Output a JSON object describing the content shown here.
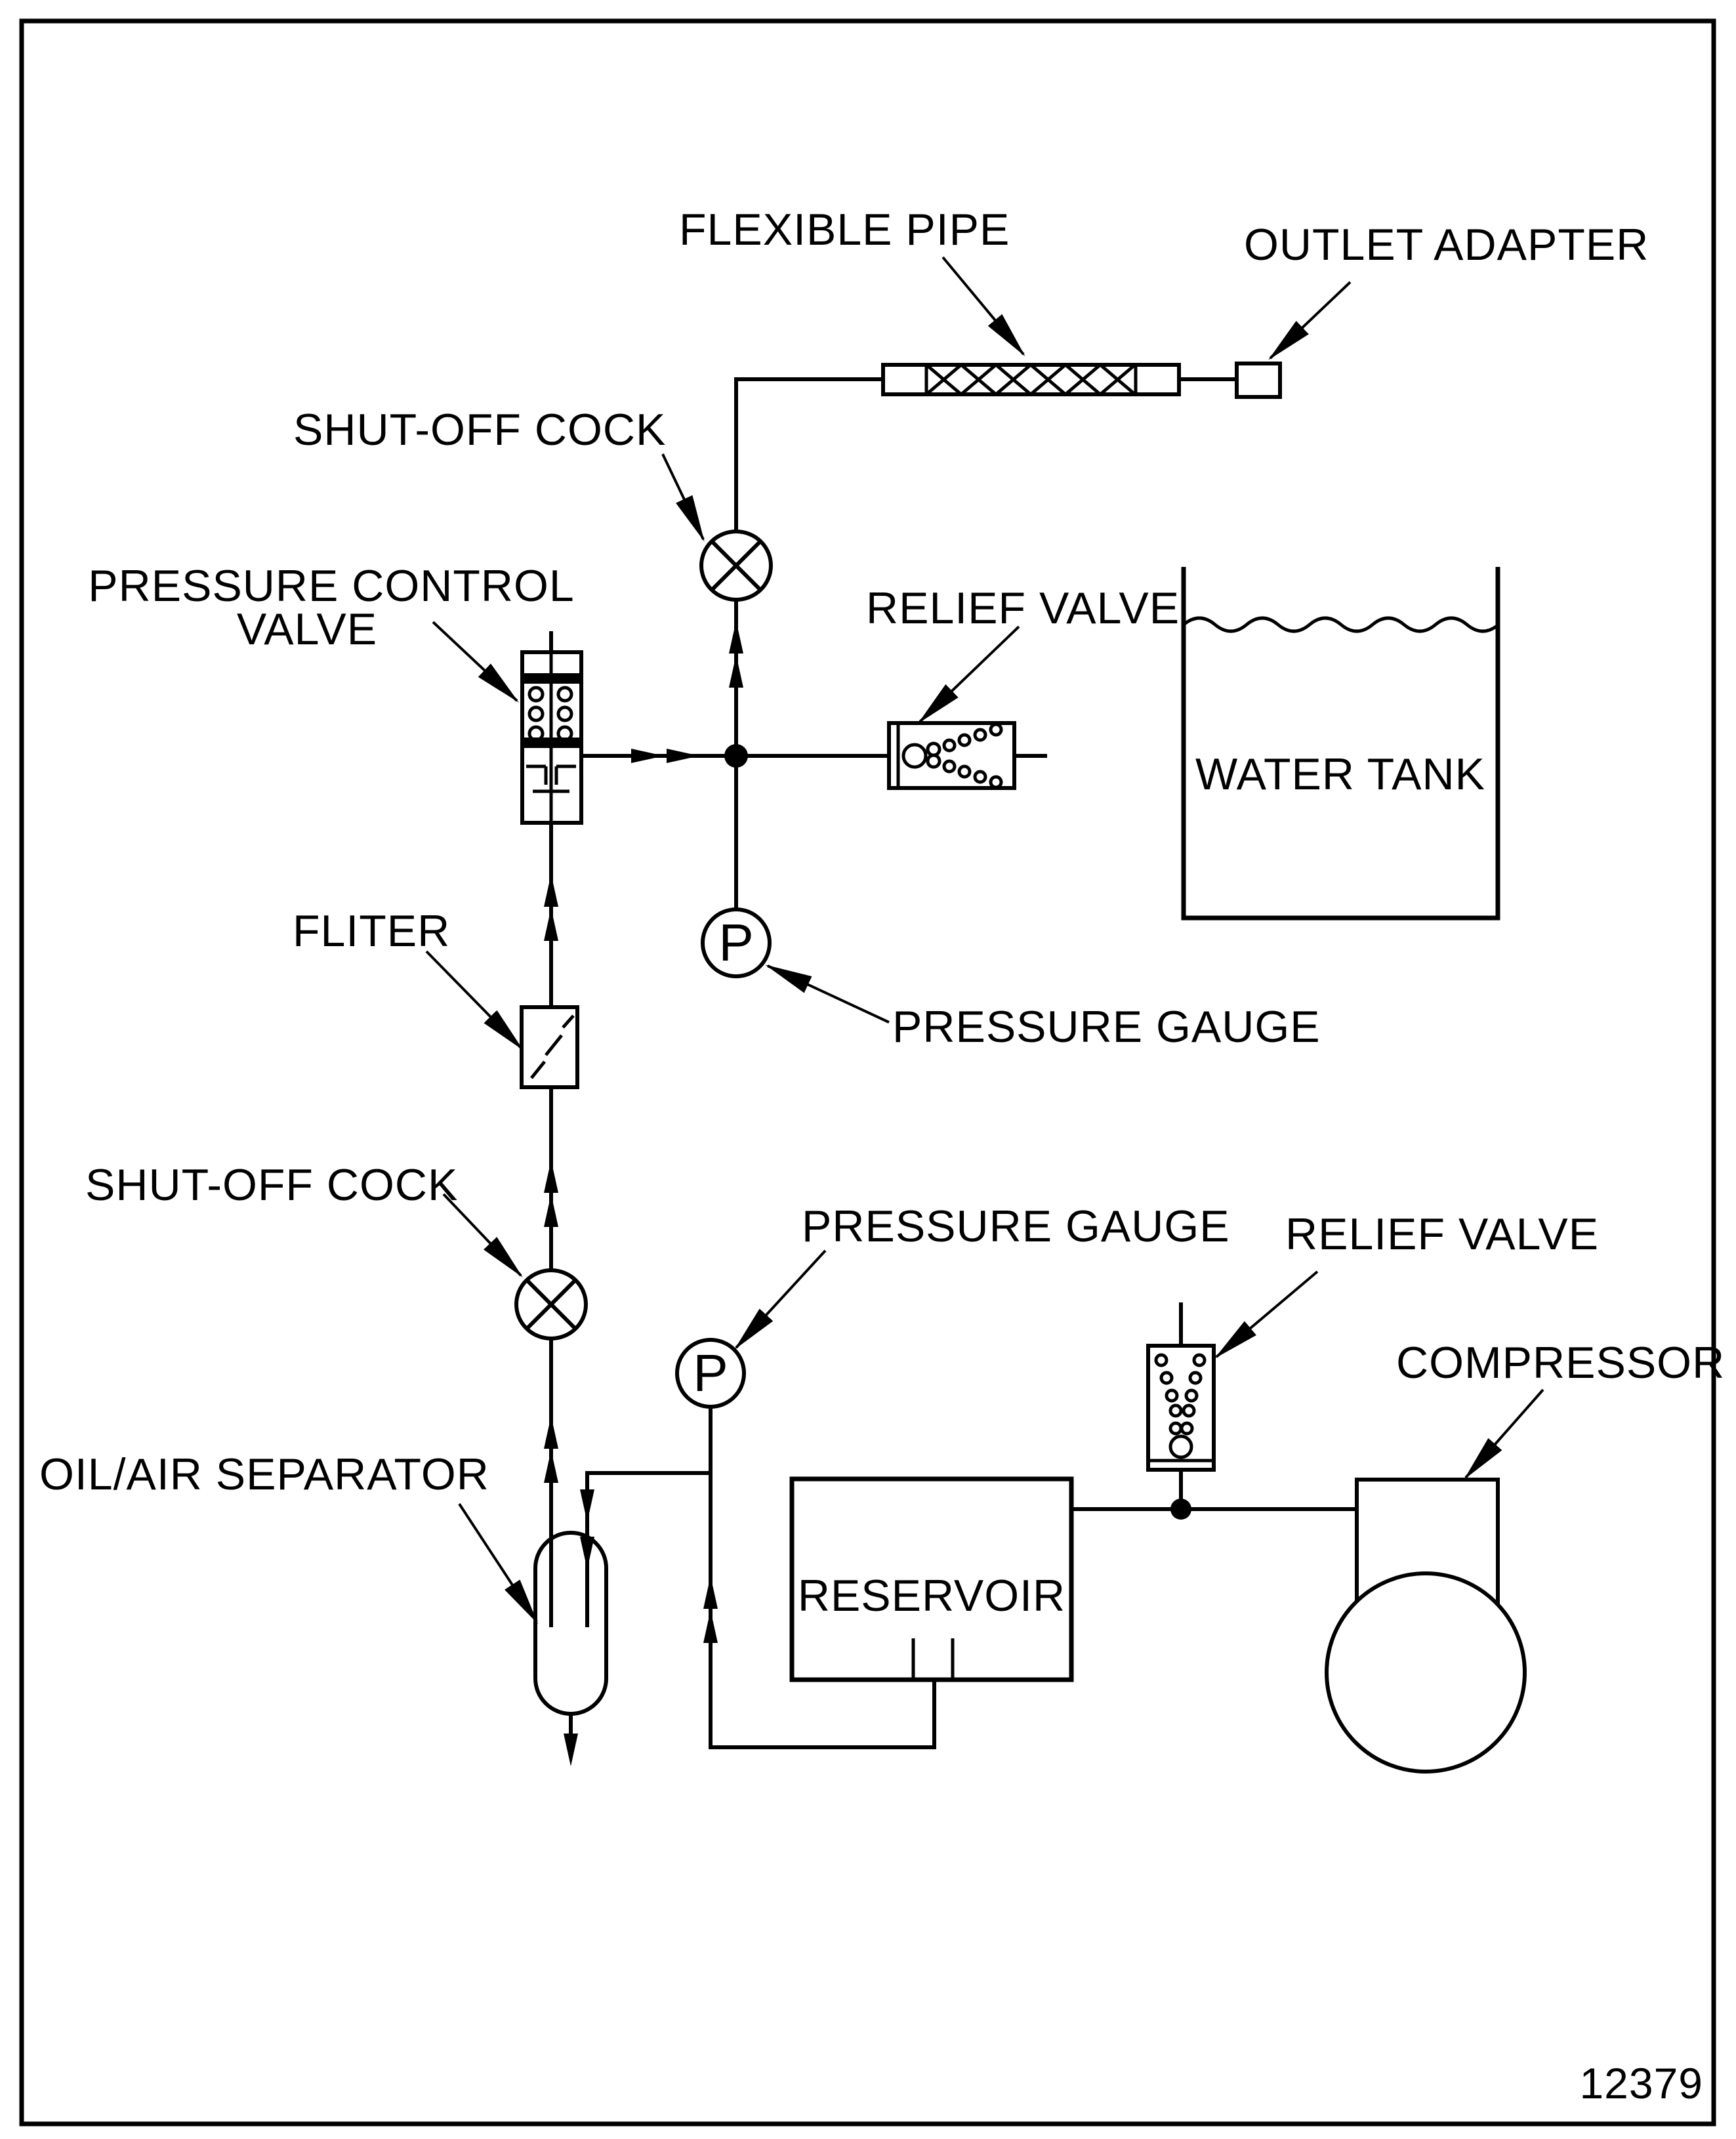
{
  "drawing_number": "12379",
  "labels": {
    "flexible_pipe": "FLEXIBLE PIPE",
    "outlet_adapter": "OUTLET ADAPTER",
    "shut_off_cock_top": "SHUT-OFF COCK",
    "pressure_control_valve_line1": "PRESSURE CONTROL",
    "pressure_control_valve_line2": "VALVE",
    "relief_valve_top": "RELIEF VALVE",
    "water_tank": "WATER TANK",
    "pressure_gauge_top": "PRESSURE GAUGE",
    "filter": "FLITER",
    "shut_off_cock_bottom": "SHUT-OFF COCK",
    "pressure_gauge_bottom": "PRESSURE GAUGE",
    "relief_valve_bottom": "RELIEF VALVE",
    "compressor": "COMPRESSOR",
    "oil_air_separator": "OIL/AIR SEPARATOR",
    "reservoir": "RESERVOIR",
    "pressure_gauge_top_letter": "P",
    "pressure_gauge_bottom_letter": "P"
  },
  "colors": {
    "ink": "#000000",
    "paper": "#ffffff"
  }
}
